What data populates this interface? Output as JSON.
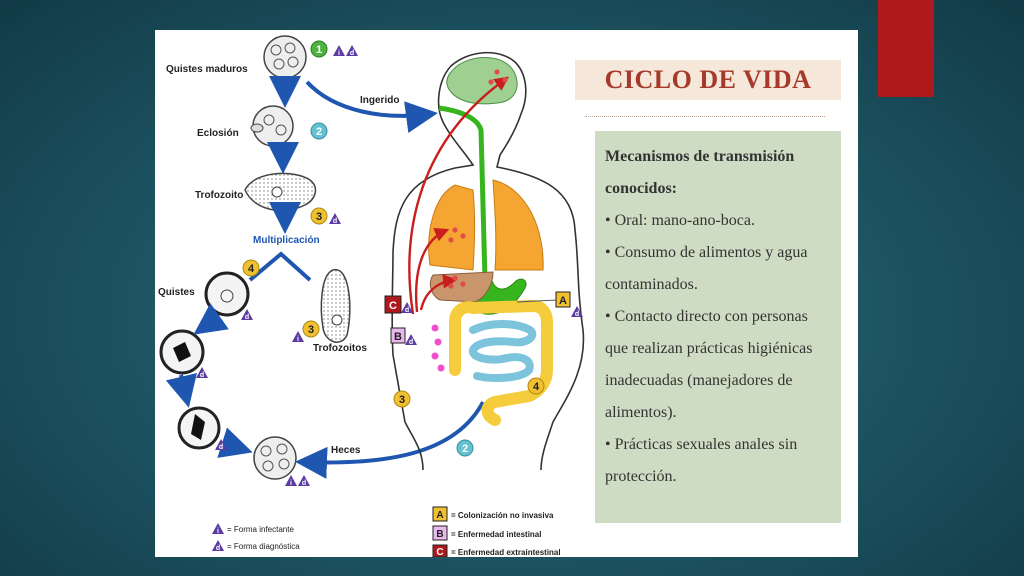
{
  "slide_title": "CICLO DE VIDA",
  "info": {
    "heading": "Mecanismos de transmisión conocidos:",
    "items": [
      "• Oral: mano-ano-boca.",
      "• Consumo de alimentos y agua contaminados.",
      "• Contacto directo con personas que realizan prácticas higiénicas inadecuadas (manejadores de alimentos).",
      "• Prácticas sexuales anales sin protección."
    ]
  },
  "cycle": {
    "quistes_maduros": "Quistes maduros",
    "eclosion": "Eclosión",
    "trofozoito": "Trofozoito",
    "multiplicacion": "Multiplicación",
    "quistes": "Quistes",
    "trofozoitos": "Trofozoitos",
    "heces": "Heces",
    "ingerido": "Ingerido"
  },
  "markers": {
    "n1": "1",
    "n2": "2",
    "n3": "3",
    "n4": "4",
    "letter_a": "A",
    "letter_b": "B",
    "letter_c": "C",
    "triangle_i": "i",
    "triangle_d": "d"
  },
  "legend": {
    "forma_infectante": "= Forma infectante",
    "forma_diagnostica": "= Forma diagnóstica",
    "colonizacion": "= Colonización no invasiva",
    "enf_intestinal": "= Enfermedad intestinal",
    "enf_extraintestinal": "= Enfermedad extraintestinal"
  },
  "colors": {
    "accent_red": "#b0191b",
    "arrow_blue": "#1f57b0",
    "lung_orange": "#f5a531",
    "digestive_green": "#37b51e",
    "intestine_yellow": "#f5cc3c",
    "intestine_blue": "#7cc4db",
    "pathway_red": "#c81e1e",
    "brain_green": "#9fcf91",
    "marker_yellow": "#f0c030",
    "marker_green": "#4cb33f",
    "marker_cyan": "#63c1d1",
    "marker_purple": "#5b3ba1"
  }
}
